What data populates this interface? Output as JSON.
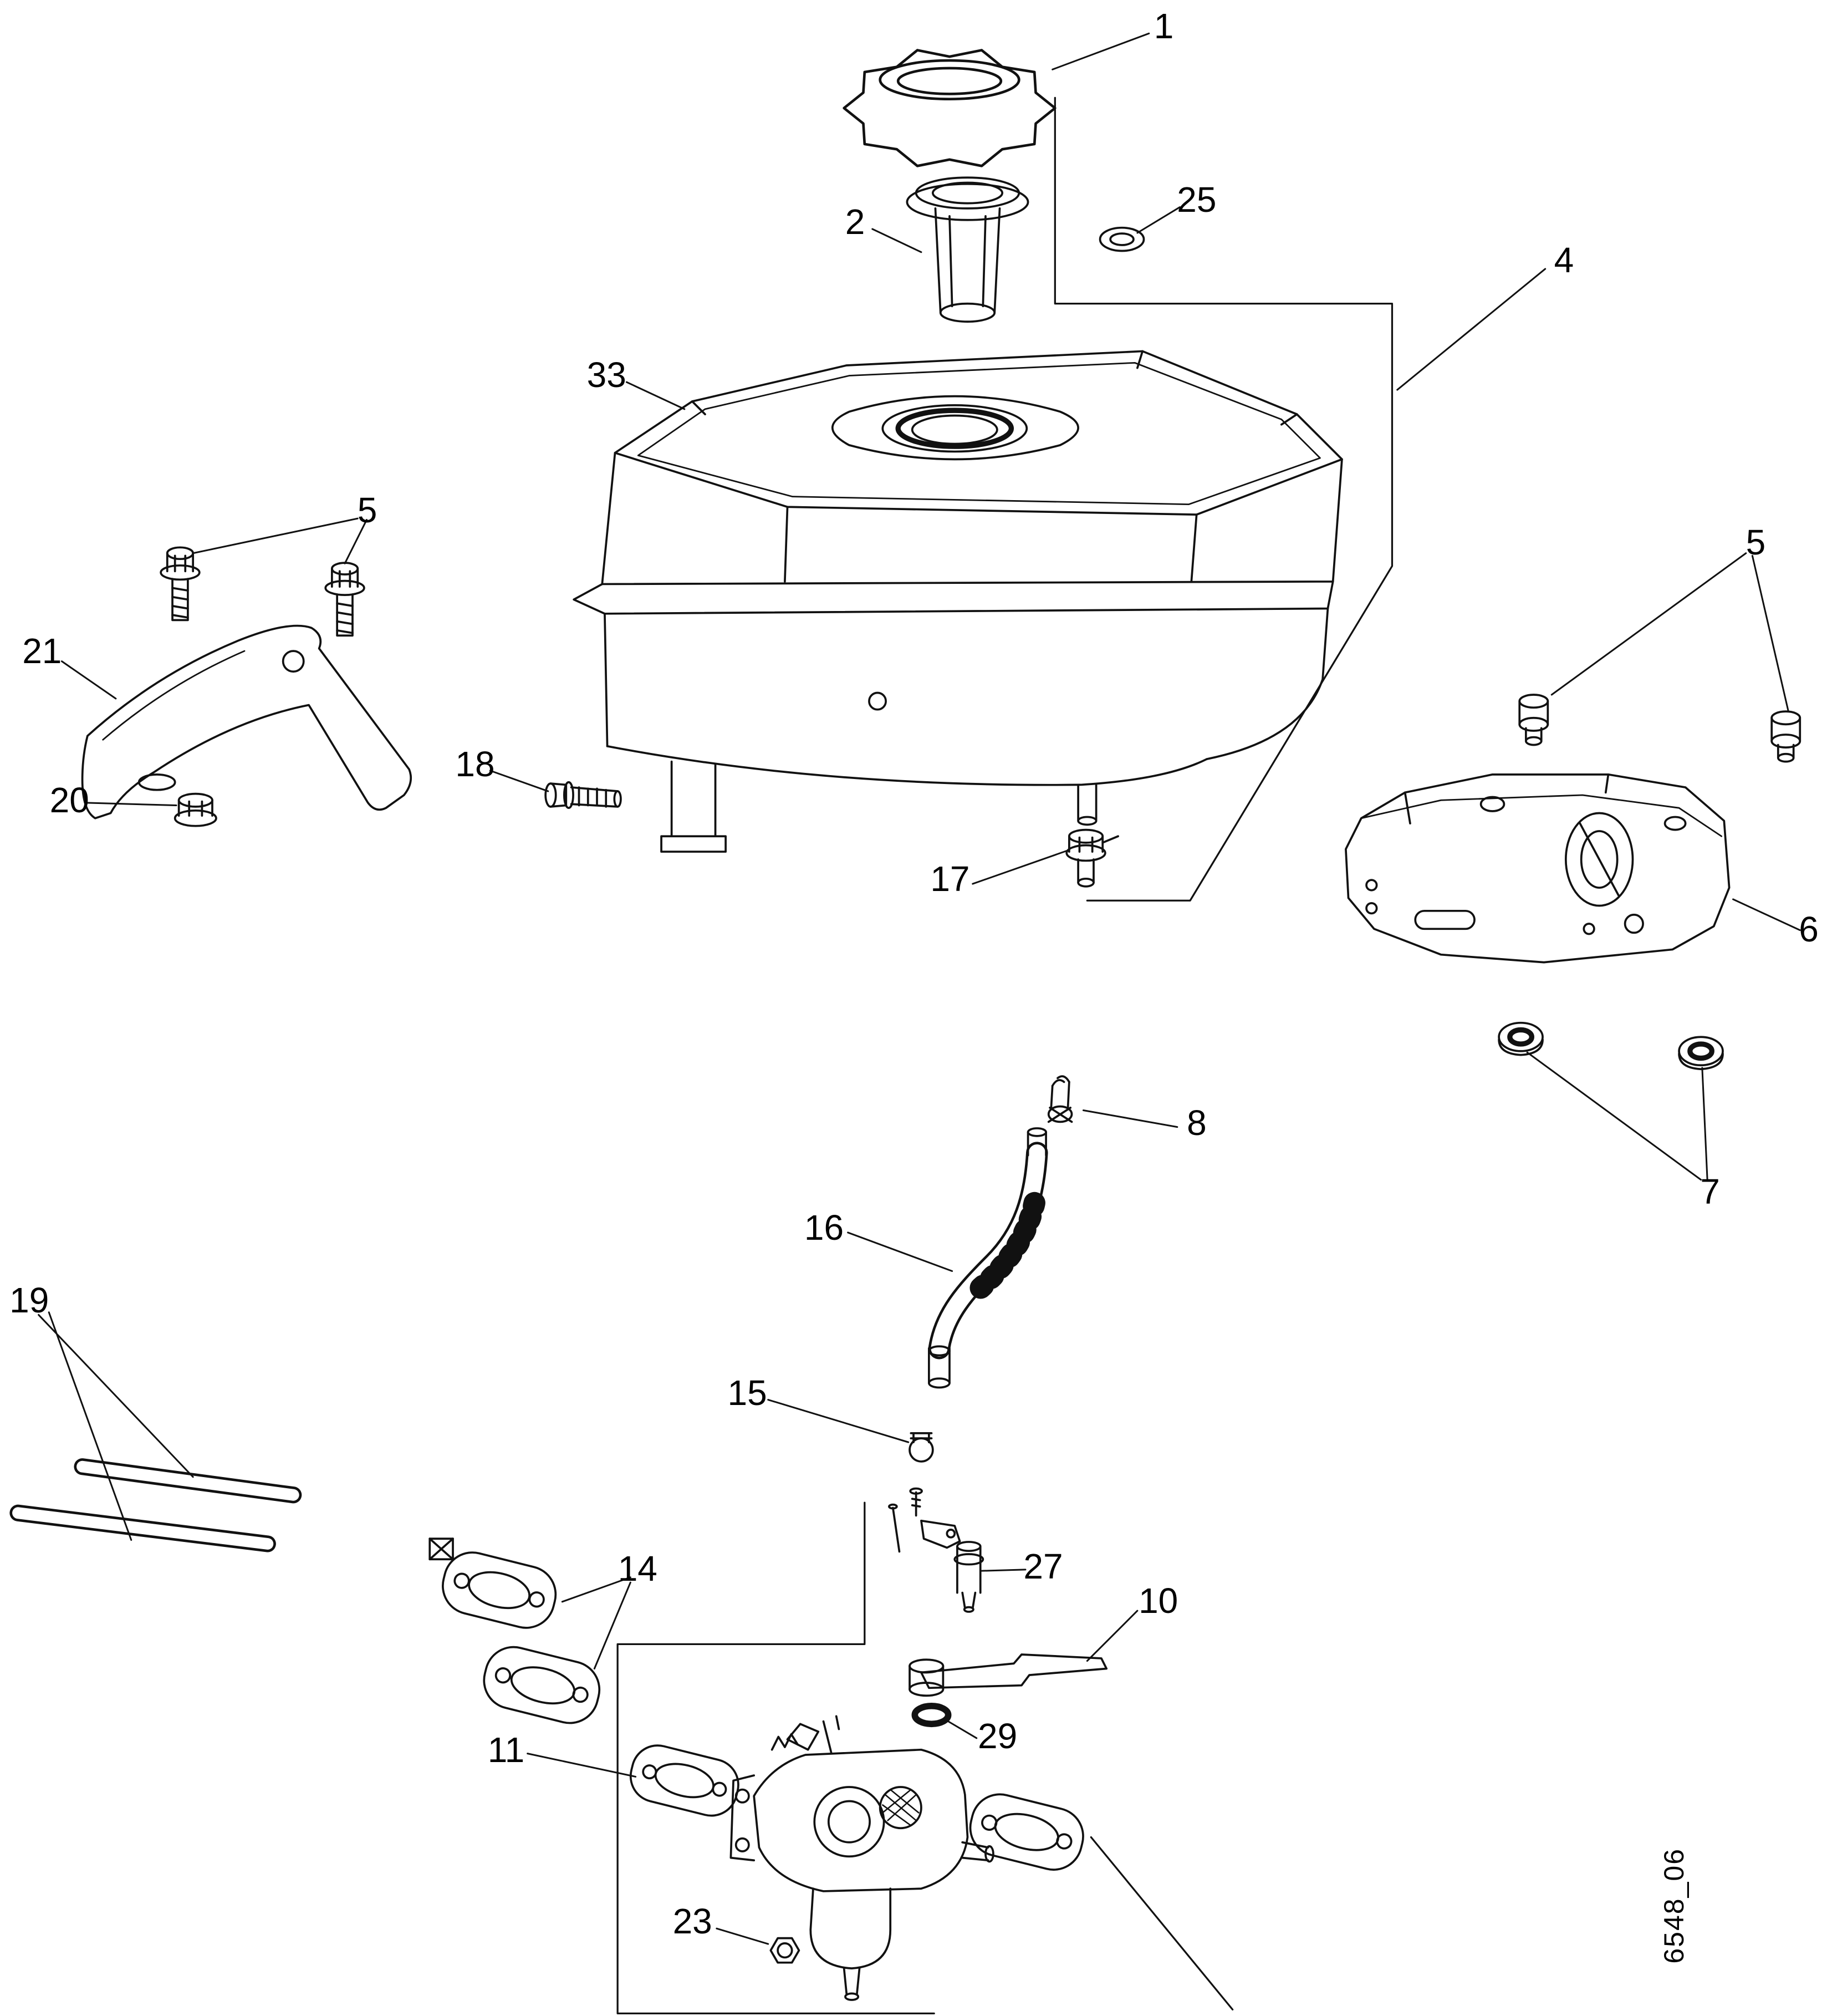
{
  "figure": {
    "drawing_id": "6548_06",
    "callouts": [
      "1",
      "2",
      "25",
      "4",
      "33",
      "5",
      "5",
      "21",
      "18",
      "20",
      "17",
      "6",
      "8",
      "7",
      "16",
      "19",
      "15",
      "14",
      "27",
      "10",
      "29",
      "11",
      "23"
    ]
  }
}
